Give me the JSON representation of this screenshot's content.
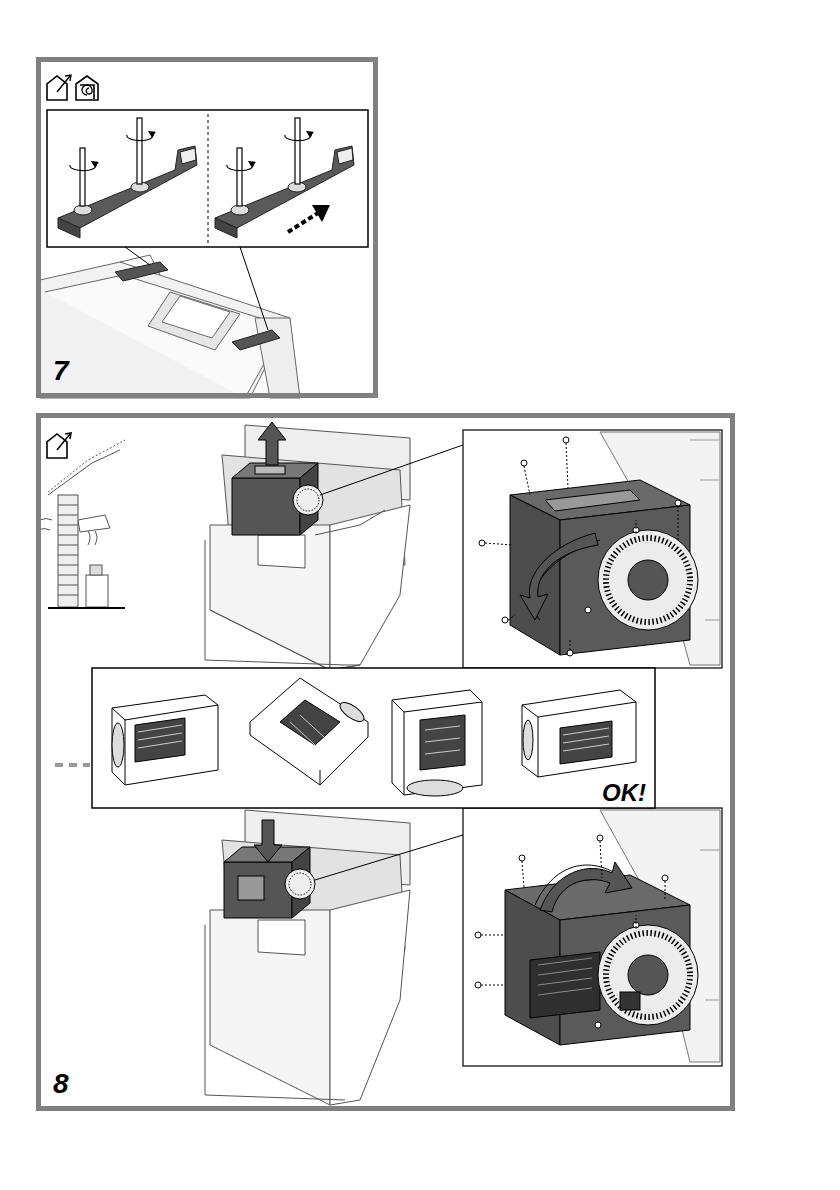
{
  "diagram": {
    "nodes": [
      {
        "text": [
          "7"
        ]
      },
      {
        "text": [
          "8"
        ]
      },
      {
        "text": [
          "OK!"
        ],
        "in": 1
      }
    ]
  }
}
